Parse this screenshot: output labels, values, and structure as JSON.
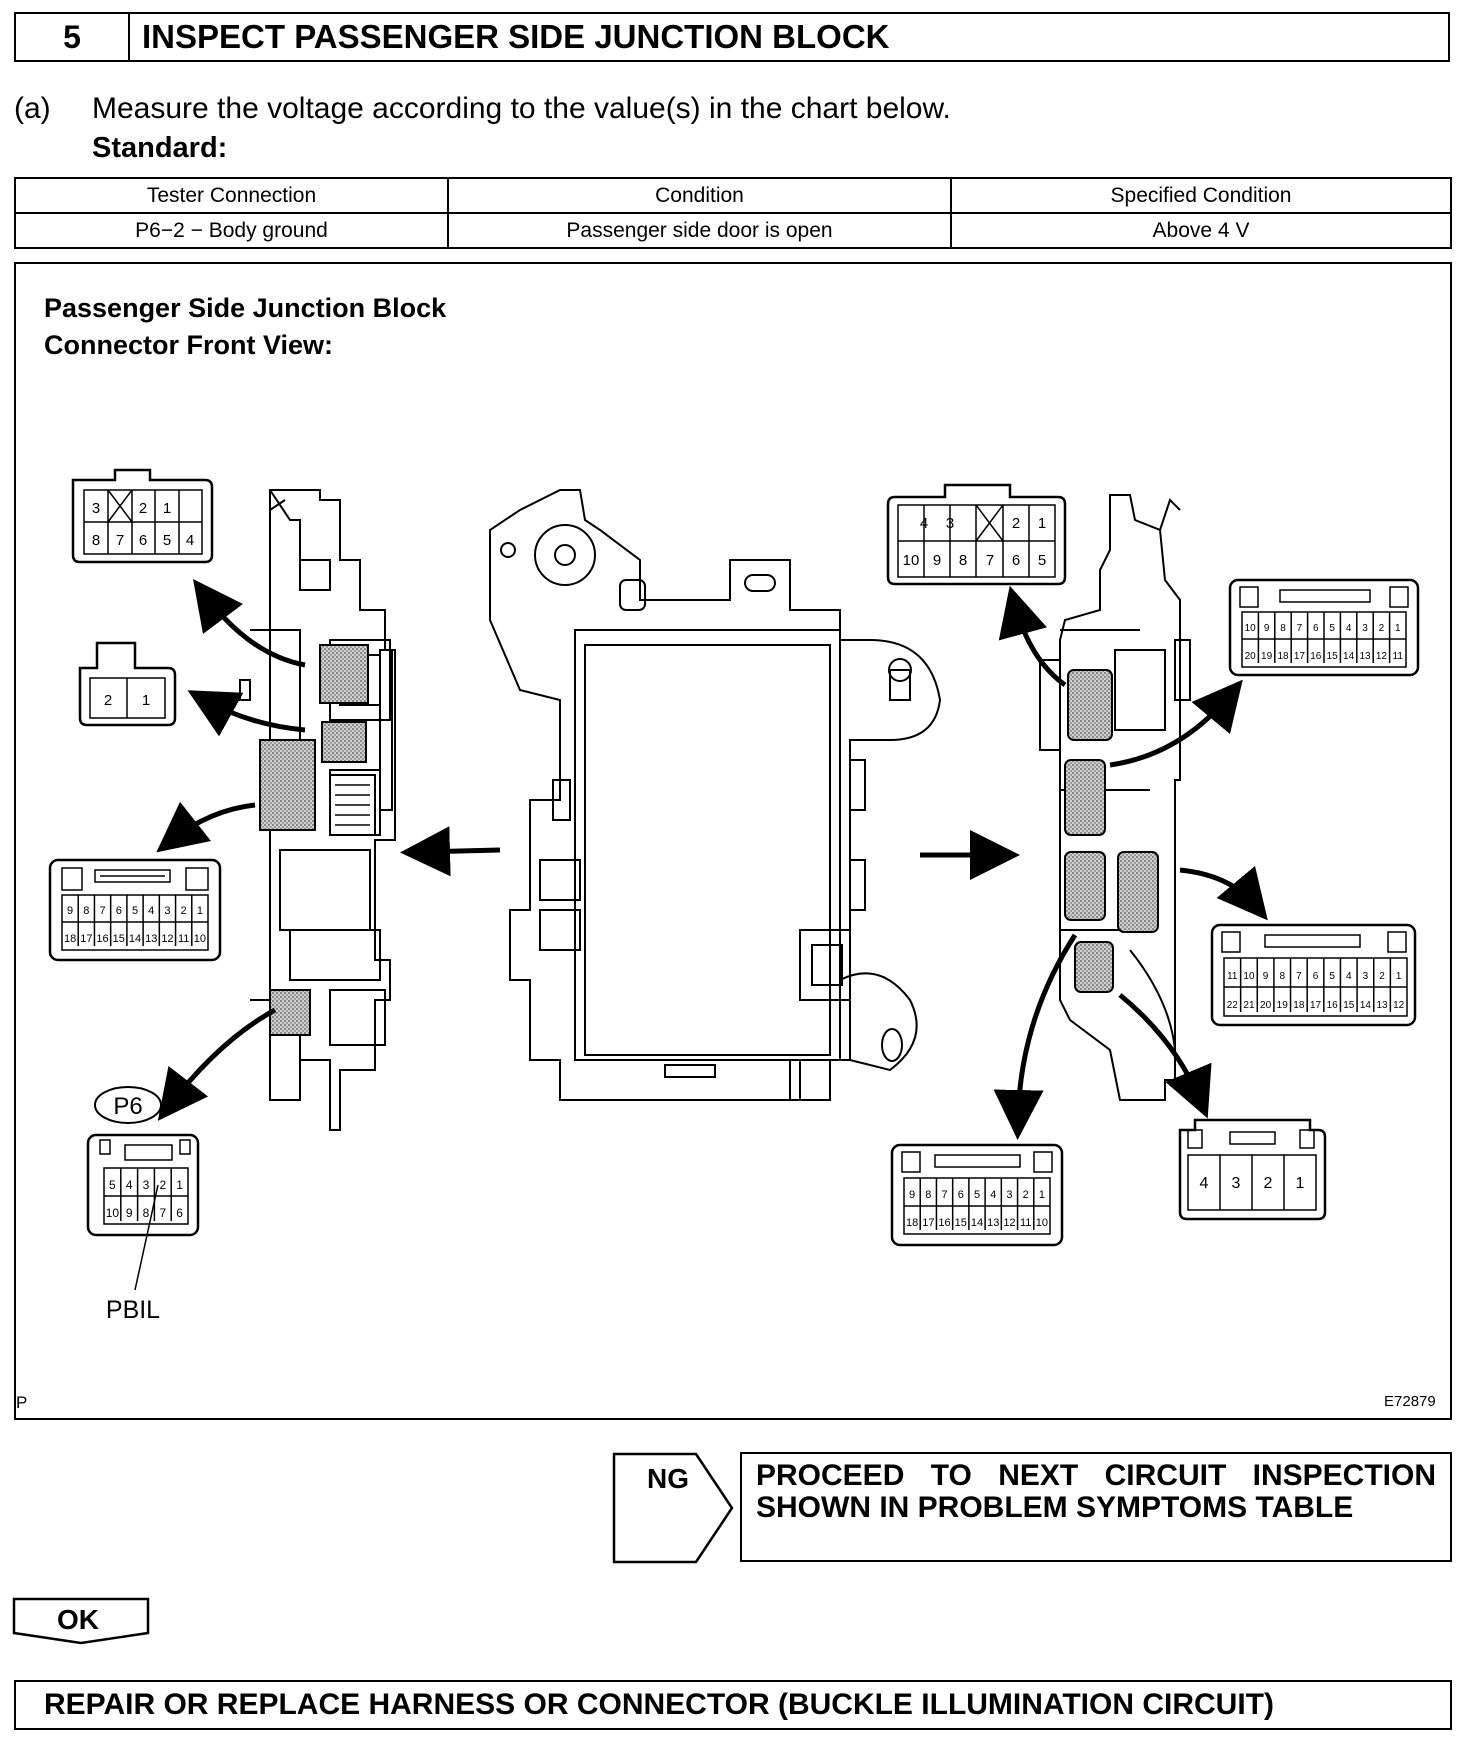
{
  "step": {
    "number": "5",
    "title": "INSPECT PASSENGER SIDE JUNCTION BLOCK"
  },
  "instruction": {
    "label": "(a)",
    "text": "Measure the voltage according to the value(s) in the chart below.",
    "standard": "Standard:"
  },
  "table": {
    "headers": [
      "Tester Connection",
      "Condition",
      "Specified Condition"
    ],
    "rows": [
      [
        "P6−2 − Body ground",
        "Passenger side door is open",
        "Above 4 V"
      ]
    ]
  },
  "figure": {
    "title_line1": "Passenger Side Junction Block",
    "title_line2": "Connector Front View:",
    "corner_label": "P",
    "code": "E72879",
    "connector_label": "P6",
    "pin_label": "PBIL",
    "connectors": {
      "left_top": {
        "row1": [
          "3",
          "",
          "2",
          "1"
        ],
        "row2": [
          "8",
          "7",
          "6",
          "5",
          "4"
        ]
      },
      "left_small": {
        "row1": [
          "2",
          "1"
        ]
      },
      "left_mid": {
        "row1": [
          "9",
          "8",
          "7",
          "6",
          "5",
          "4",
          "3",
          "2",
          "1"
        ],
        "row2": [
          "18",
          "17",
          "16",
          "15",
          "14",
          "13",
          "12",
          "11",
          "10"
        ]
      },
      "p6": {
        "row1": [
          "5",
          "4",
          "3",
          "2",
          "1"
        ],
        "row2": [
          "10",
          "9",
          "8",
          "7",
          "6"
        ]
      },
      "right_top": {
        "row1": [
          "4",
          "3",
          "",
          "2",
          "1"
        ],
        "row2": [
          "10",
          "9",
          "8",
          "7",
          "6",
          "5"
        ]
      },
      "right_upper": {
        "row1": [
          "10",
          "9",
          "8",
          "7",
          "6",
          "5",
          "4",
          "3",
          "2",
          "1"
        ],
        "row2": [
          "20",
          "19",
          "18",
          "17",
          "16",
          "15",
          "14",
          "13",
          "12",
          "11"
        ]
      },
      "right_lower": {
        "row1": [
          "11",
          "10",
          "9",
          "8",
          "7",
          "6",
          "5",
          "4",
          "3",
          "2",
          "1"
        ],
        "row2": [
          "22",
          "21",
          "20",
          "19",
          "18",
          "17",
          "16",
          "15",
          "14",
          "13",
          "12"
        ]
      },
      "right_bottom": {
        "row1": [
          "9",
          "8",
          "7",
          "6",
          "5",
          "4",
          "3",
          "2",
          "1"
        ],
        "row2": [
          "18",
          "17",
          "16",
          "15",
          "14",
          "13",
          "12",
          "11",
          "10"
        ]
      },
      "right_small": {
        "row1": [
          "4",
          "3",
          "2",
          "1"
        ]
      }
    }
  },
  "ng": {
    "label": "NG",
    "result": "PROCEED TO NEXT CIRCUIT INSPECTION SHOWN IN PROBLEM SYMPTOMS TABLE"
  },
  "ok": {
    "label": "OK"
  },
  "final": {
    "text": "REPAIR OR REPLACE HARNESS OR CONNECTOR (BUCKLE ILLUMINATION CIRCUIT)"
  }
}
